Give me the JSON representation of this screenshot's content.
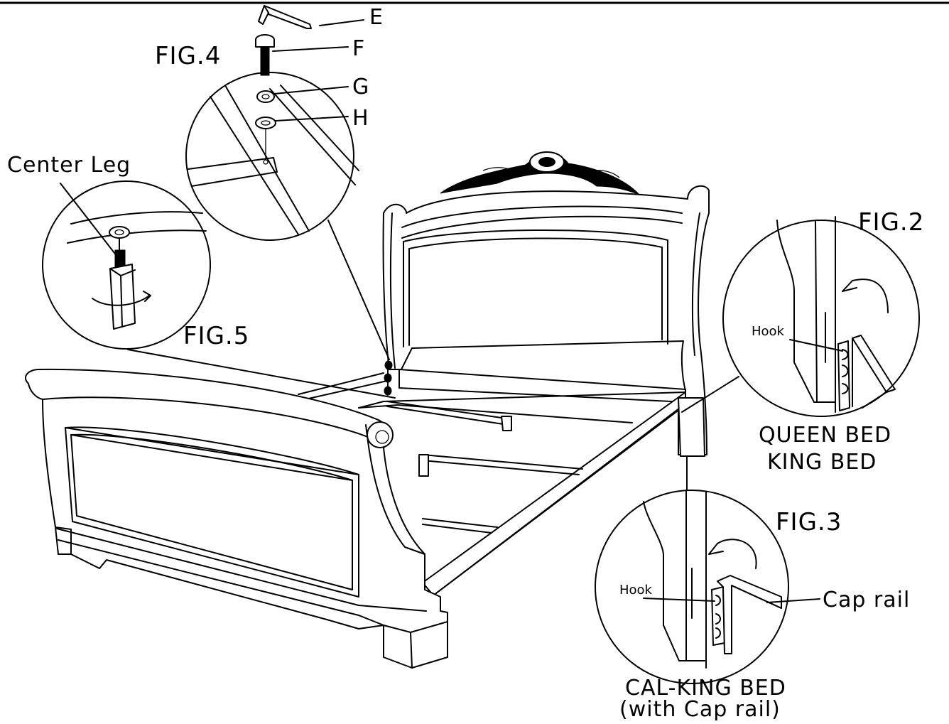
{
  "labels": {
    "fig4": "FIG.4",
    "fig2": "FIG.2",
    "fig3": "FIG.3",
    "fig5": "FIG.5",
    "center_leg": "Center Leg",
    "part_e": "E",
    "part_f": "F",
    "part_g": "G",
    "part_h": "H",
    "hook_fig2": "Hook",
    "hook_fig3": "Hook",
    "cap_rail": "Cap rail",
    "queen_bed": "QUEEN BED",
    "king_bed": "KING BED",
    "cal_king_bed": "CAL-KING BED",
    "with_cap_rail": "(with Cap rail)"
  }
}
